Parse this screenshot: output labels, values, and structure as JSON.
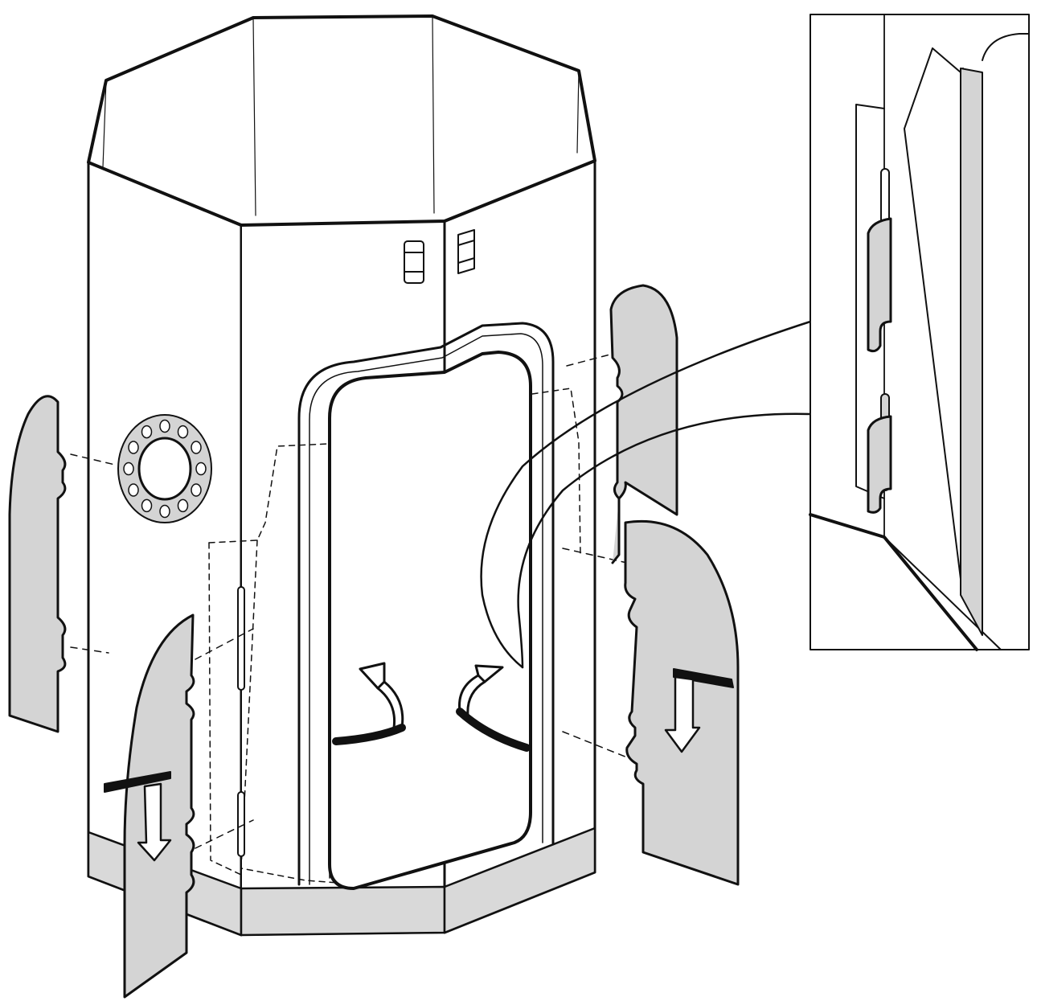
{
  "figure": {
    "kind": "assembly-instruction-illustration",
    "colors": {
      "line": "#111111",
      "panel_fill": "#ffffff",
      "tab_fill": "#d4d4d4",
      "base_fill": "#d9d9d9",
      "arrow_fill": "#ffffff",
      "arrow_dark": "#111111"
    },
    "icons": {
      "porthole": "porthole-icon",
      "vent": "vent-icon",
      "rotate_arrow": "rotate-arrow-icon",
      "insert_arrow": "insert-down-arrow-icon"
    },
    "parts": {
      "octagon_tower": "octagonal-cardboard-tower",
      "door": "curved-door-panel",
      "side_tabs": 4,
      "vents": 2,
      "porthole_holes": 12,
      "detail_inset": "magnified-slot-connection"
    }
  }
}
